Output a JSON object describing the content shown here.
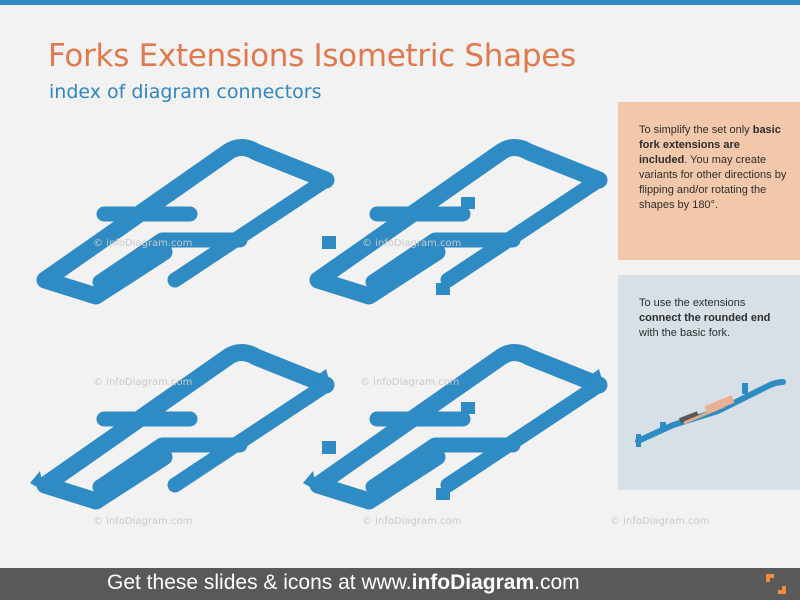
{
  "header": {
    "title": "Forks Extensions Isometric Shapes",
    "subtitle": "index of diagram connectors"
  },
  "colors": {
    "accent_orange": "#e07a4d",
    "accent_blue": "#2f86c0",
    "shape_blue": "#2e8bc3",
    "note_orange_bg": "#f3c8aa",
    "note_gray_bg": "#d6e0e6",
    "footer_bg": "#595959"
  },
  "watermark": "© infoDiagram.com",
  "note_simplify": {
    "part1": "To simplify the set only ",
    "bold": "basic fork extensions are included",
    "part2": ". You may create variants for other directions by flipping and/or rotating the shapes by 180°."
  },
  "note_usage": {
    "part1": "To use the extensions ",
    "bold": "connect the rounded end",
    "part2": " with the basic fork."
  },
  "footer": {
    "prefix": "Get these slides & icons at www.",
    "brand": "infoDiagram",
    "suffix": ".com",
    "logo_icon": "infodiagram-logo-icon"
  }
}
